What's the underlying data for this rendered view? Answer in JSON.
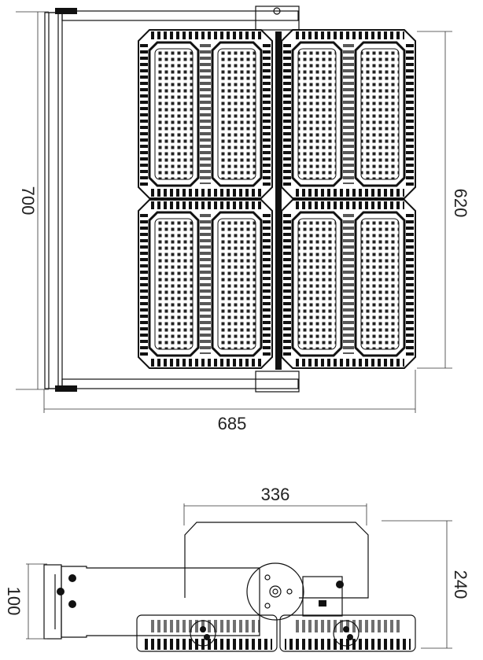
{
  "drawing": {
    "top_view": {
      "dim_height_total": "700",
      "dim_height_housing": "620",
      "dim_width_total": "685"
    },
    "side_view": {
      "dim_driver_width": "336",
      "dim_bracket_height": "100",
      "dim_total_height": "240"
    },
    "led_module_count": 8,
    "line_color": "#111111"
  }
}
